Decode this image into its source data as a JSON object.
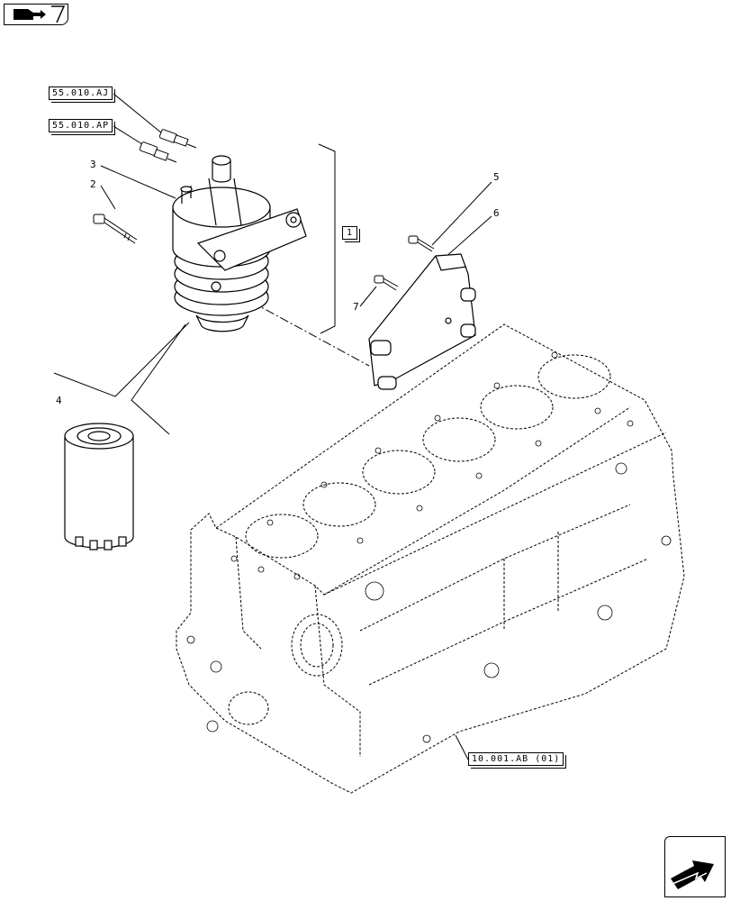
{
  "refs": {
    "r1": "55.010.AJ",
    "r2": "55.010.AP",
    "r3": "10.001.AB (01)"
  },
  "group_label": "1",
  "callouts": {
    "c2": "2",
    "c3": "3",
    "c4": "4",
    "c5": "5",
    "c6": "6",
    "c7": "7"
  },
  "icons": {
    "top_nav": "book-arrow-icon",
    "bottom_nav": "next-page-arrow-icon"
  }
}
